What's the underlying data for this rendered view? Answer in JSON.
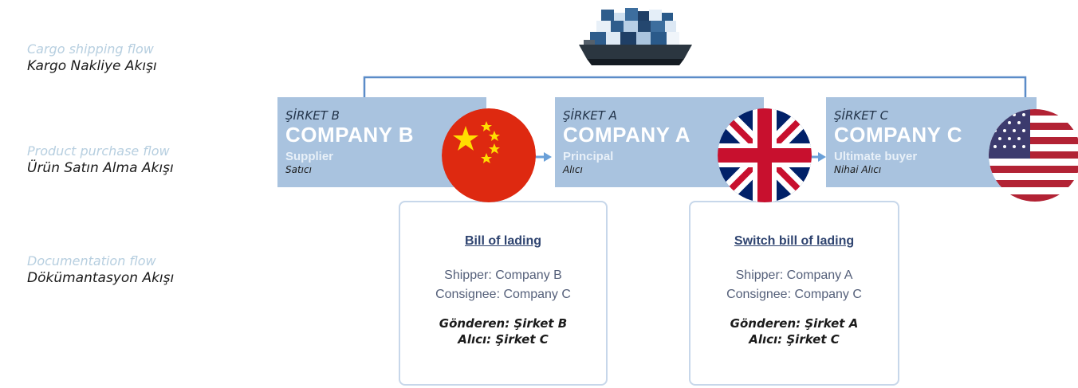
{
  "legend": {
    "cargo": {
      "en": "Cargo shipping flow",
      "tr": "Kargo Nakliye Akışı"
    },
    "product": {
      "en": "Product purchase flow",
      "tr": "Ürün Satın Alma Akışı"
    },
    "documentation": {
      "en": "Documentation flow",
      "tr": "Dökümantasyon Akışı"
    }
  },
  "companies": [
    {
      "tr_name": "ŞİRKET B",
      "en_name": "COMPANY B",
      "role_en": "Supplier",
      "role_tr": "Satıcı",
      "flag_icon": "china-flag-icon"
    },
    {
      "tr_name": "ŞİRKET A",
      "en_name": "COMPANY A",
      "role_en": "Principal",
      "role_tr": "Alıcı",
      "flag_icon": "uk-flag-icon"
    },
    {
      "tr_name": "ŞİRKET C",
      "en_name": "COMPANY C",
      "role_en": "Ultimate buyer",
      "role_tr": "Nihai Alıcı",
      "flag_icon": "usa-flag-icon"
    }
  ],
  "documents": [
    {
      "title": "Bill of lading",
      "shipper": "Shipper: Company B",
      "consignee": "Consignee: Company C",
      "tr_shipper": "Gönderen: Şirket B",
      "tr_consignee": "Alıcı: Şirket C"
    },
    {
      "title": "Switch bill of lading",
      "shipper": "Shipper: Company A",
      "consignee": "Consignee: Company C",
      "tr_shipper": "Gönderen: Şirket A",
      "tr_consignee": "Alıcı: Şirket C"
    }
  ],
  "colors": {
    "company_box": "#a9c3df",
    "connector": "#5b8cc8",
    "arrow": "#6aa0d8",
    "doc_border": "#c7d7ea"
  }
}
